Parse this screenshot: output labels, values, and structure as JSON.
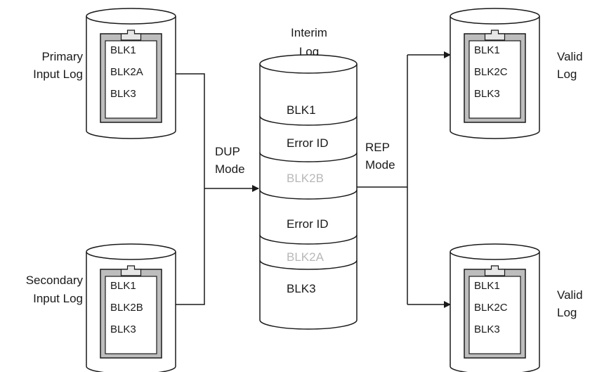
{
  "labels": {
    "primary_line1": "Primary",
    "primary_line2": "Input Log",
    "secondary_line1": "Secondary",
    "secondary_line2": "Input Log",
    "interim_line1": "Interim",
    "interim_line2": "Log",
    "dup_line1": "DUP",
    "dup_line2": "Mode",
    "rep_line1": "REP",
    "rep_line2": "Mode",
    "valid_top_line1": "Valid",
    "valid_top_line2": "Log",
    "valid_bottom_line1": "Valid",
    "valid_bottom_line2": "Log"
  },
  "primary_log": {
    "blocks": [
      "BLK1",
      "BLK2A",
      "BLK3"
    ]
  },
  "secondary_log": {
    "blocks": [
      "BLK1",
      "BLK2B",
      "BLK3"
    ]
  },
  "valid_log_top": {
    "blocks": [
      "BLK1",
      "BLK2C",
      "BLK3"
    ]
  },
  "valid_log_bottom": {
    "blocks": [
      "BLK1",
      "BLK2C",
      "BLK3"
    ]
  },
  "interim_log": {
    "segments": [
      {
        "label": "BLK1",
        "faded": false
      },
      {
        "label": "Error ID",
        "faded": false
      },
      {
        "label": "BLK2B",
        "faded": true
      },
      {
        "label": "Error ID",
        "faded": false
      },
      {
        "label": "BLK2A",
        "faded": true
      },
      {
        "label": "BLK3",
        "faded": false
      }
    ]
  },
  "colors": {
    "line": "#1a1a1a",
    "frame_fill": "#bdbdbd",
    "faded_text": "#b8b8b8",
    "background": "#ffffff"
  }
}
